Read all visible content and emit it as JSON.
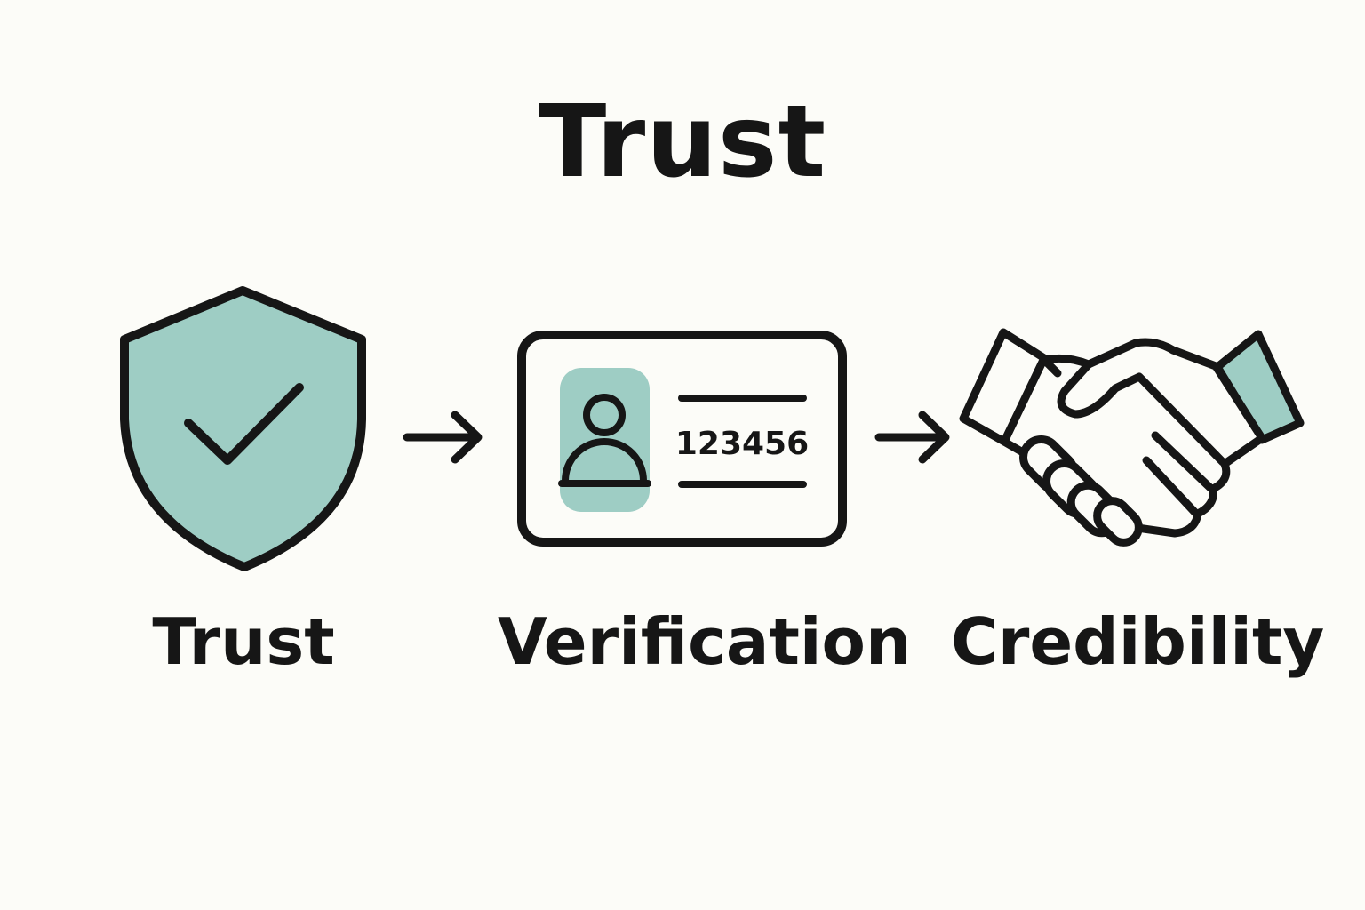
{
  "title": "Trust",
  "accent_color": "#9ecdc4",
  "stroke_color": "#161616",
  "steps": [
    {
      "label": "Trust",
      "icon": "shield-check-icon"
    },
    {
      "label": "Verification",
      "icon": "id-card-icon",
      "card_number": "123456"
    },
    {
      "label": "Credibility",
      "icon": "handshake-icon"
    }
  ],
  "connectors": [
    "arrow-right-icon",
    "arrow-right-icon"
  ]
}
